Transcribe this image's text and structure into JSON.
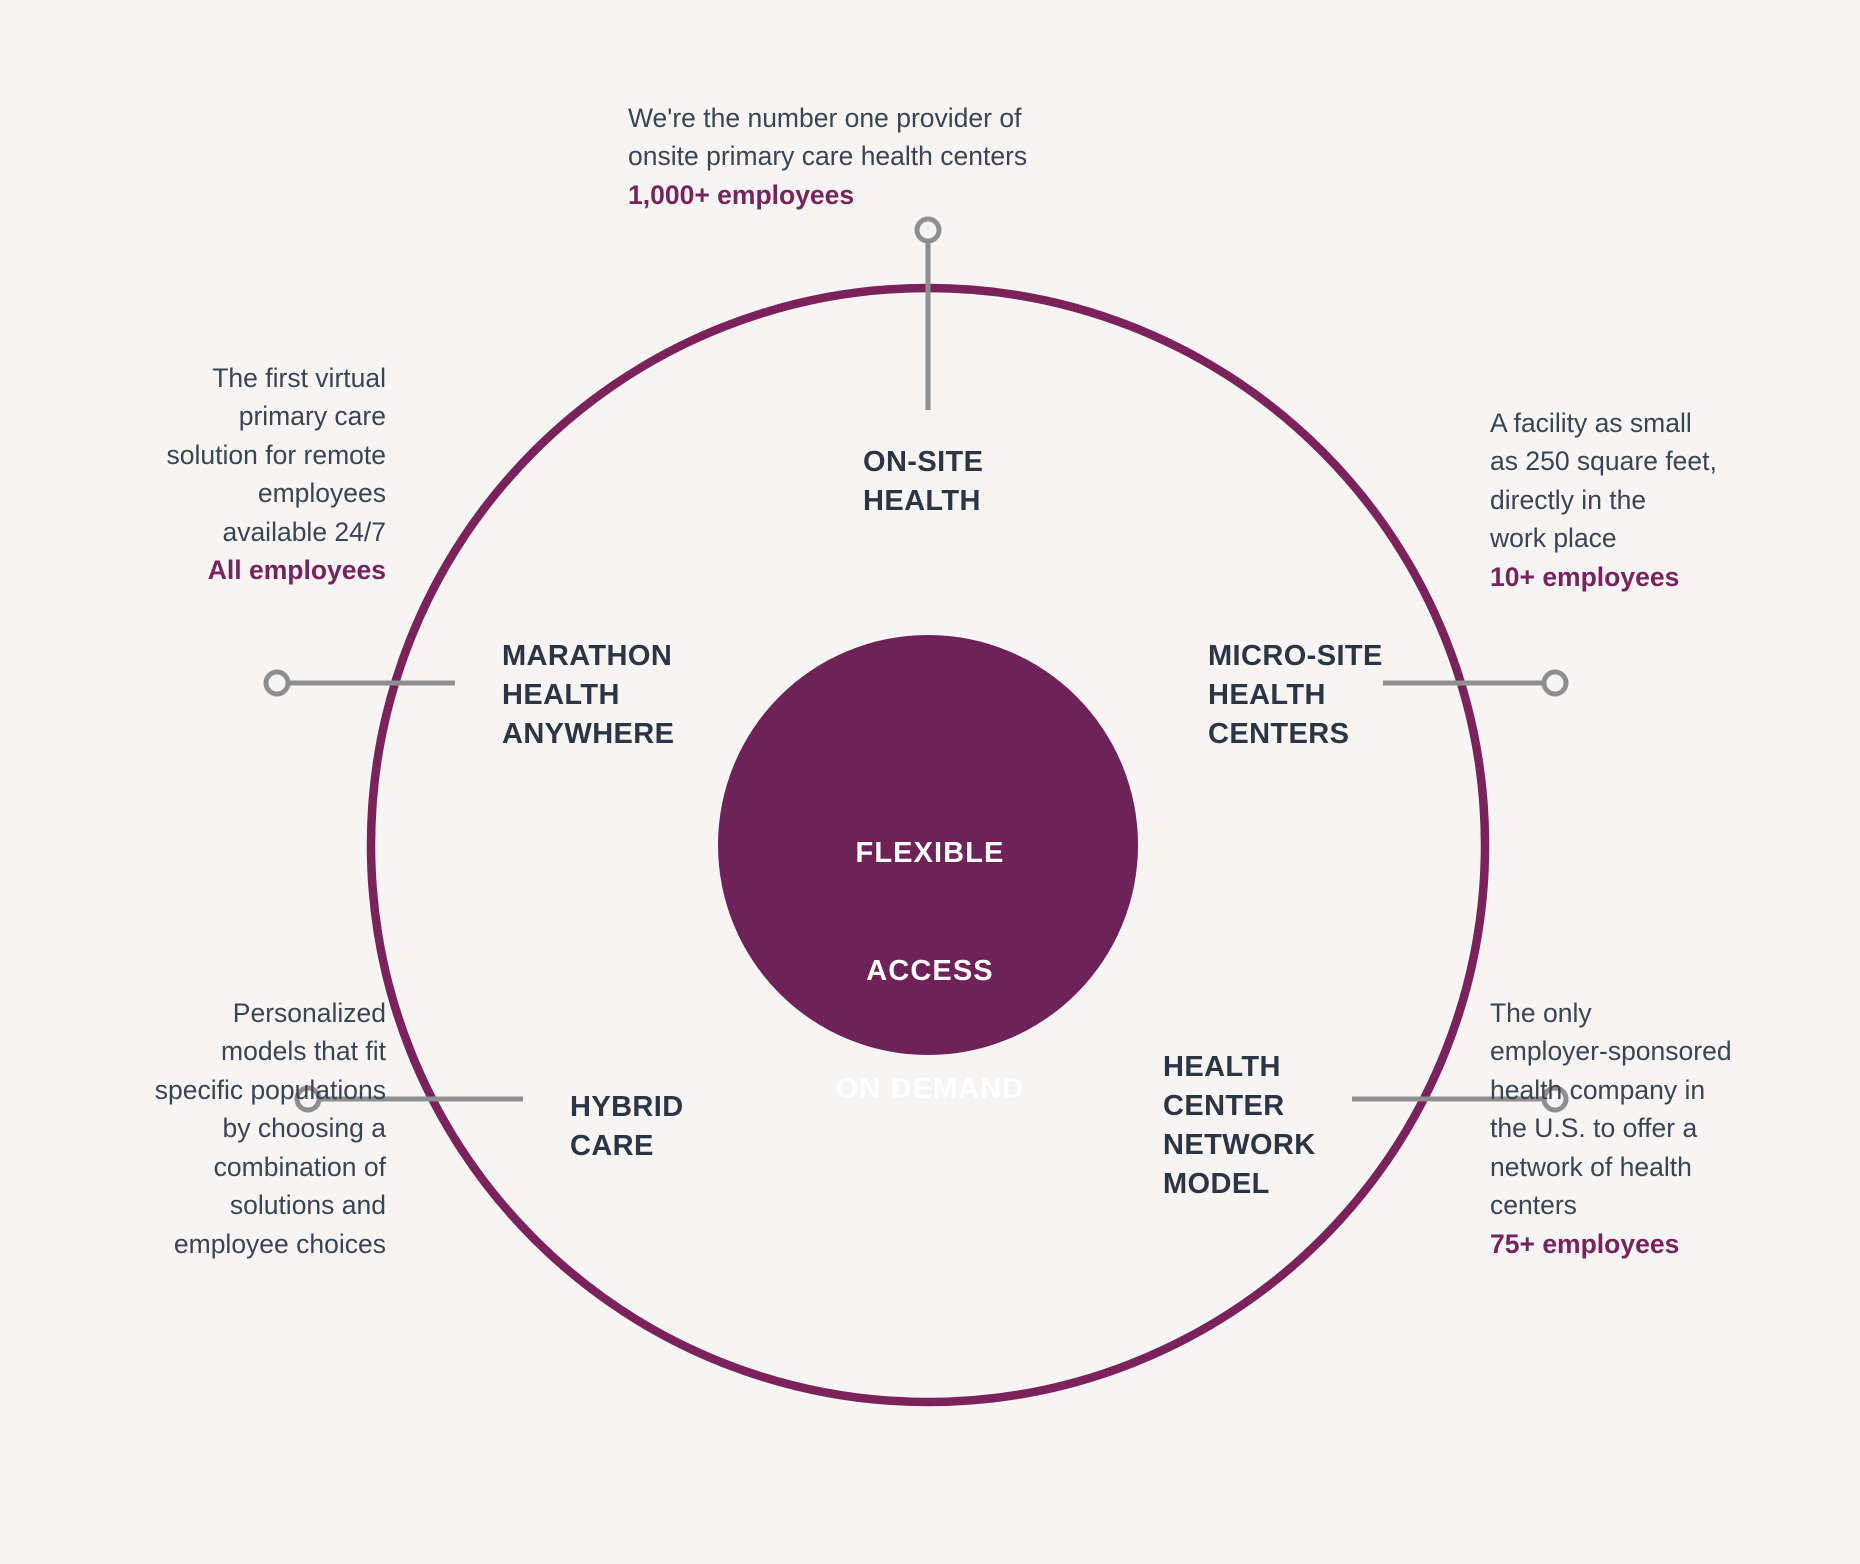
{
  "theme": {
    "background": "#f6f5f3",
    "ring_color": "#7a2259",
    "core_fill": "#6f2258",
    "label_color": "#2d3542",
    "body_text_color": "#3c4450",
    "highlight_color": "#78245c",
    "connector_color": "#9a9a9a"
  },
  "center": {
    "line1": "FLEXIBLE",
    "line2": "ACCESS",
    "line3": "ON DEMAND"
  },
  "ring_labels": {
    "onsite": "ON-SITE\nHEALTH",
    "marathon": "MARATHON\nHEALTH\nANYWHERE",
    "microsite": "MICRO-SITE\nHEALTH\nCENTERS",
    "hybrid": "HYBRID\nCARE",
    "network": "HEALTH\nCENTER\nNETWORK\nMODEL"
  },
  "descriptions": {
    "top": {
      "body": "We're the number one provider of\nonsite primary care health centers",
      "highlight": "1,000+ employees"
    },
    "left_top": {
      "body": "The first virtual\nprimary care\nsolution for remote\nemployees\navailable 24/7",
      "highlight": "All employees"
    },
    "right_top": {
      "body": "A facility as small\nas 250 square feet,\ndirectly in the\nwork place",
      "highlight": "10+ employees"
    },
    "left_bottom": {
      "body": "Personalized\nmodels that fit\nspecific populations\nby choosing a\ncombination of\nsolutions and\nemployee choices",
      "highlight": ""
    },
    "right_bottom": {
      "body": "The only\nemployer-sponsored\nhealth company in\nthe U.S. to offer a\nnetwork of health\ncenters",
      "highlight": "75+ employees"
    }
  }
}
